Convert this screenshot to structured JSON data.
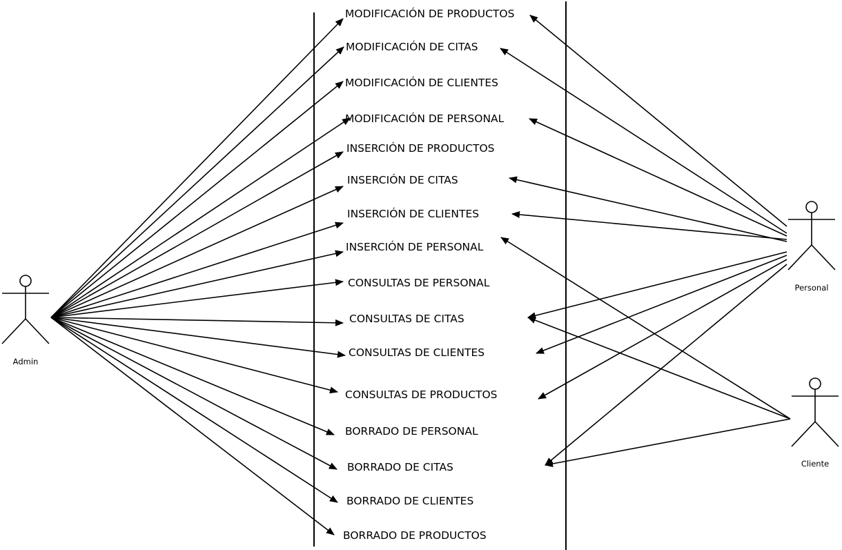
{
  "use_cases": [
    {
      "id": "mod_productos",
      "label": "MODIFICACIÓN DE PRODUCTOS"
    },
    {
      "id": "mod_citas",
      "label": "MODIFICACIÓN DE CITAS"
    },
    {
      "id": "mod_clientes",
      "label": "MODIFICACIÓN DE CLIENTES"
    },
    {
      "id": "mod_personal",
      "label": "MODIFICACIÓN DE PERSONAL"
    },
    {
      "id": "ins_productos",
      "label": "INSERCIÓN DE PRODUCTOS"
    },
    {
      "id": "ins_citas",
      "label": "INSERCIÓN DE CITAS"
    },
    {
      "id": "ins_clientes",
      "label": "INSERCIÓN DE CLIENTES"
    },
    {
      "id": "ins_personal",
      "label": "INSERCIÓN DE PERSONAL"
    },
    {
      "id": "con_personal",
      "label": "CONSULTAS DE PERSONAL"
    },
    {
      "id": "con_citas",
      "label": "CONSULTAS DE CITAS"
    },
    {
      "id": "con_clientes",
      "label": "CONSULTAS DE CLIENTES"
    },
    {
      "id": "con_productos",
      "label": "CONSULTAS DE PRODUCTOS"
    },
    {
      "id": "bor_personal",
      "label": "BORRADO DE PERSONAL"
    },
    {
      "id": "bor_citas",
      "label": "BORRADO DE CITAS"
    },
    {
      "id": "bor_clientes",
      "label": "BORRADO DE CLIENTES"
    },
    {
      "id": "bor_productos",
      "label": "BORRADO DE PRODUCTOS"
    }
  ],
  "actors": [
    {
      "id": "admin",
      "label": "Admin"
    },
    {
      "id": "personal",
      "label": "Personal"
    },
    {
      "id": "cliente",
      "label": "Cliente"
    }
  ],
  "associations": [
    {
      "from": "admin",
      "to": "mod_productos"
    },
    {
      "from": "admin",
      "to": "mod_citas"
    },
    {
      "from": "admin",
      "to": "mod_clientes"
    },
    {
      "from": "admin",
      "to": "mod_personal"
    },
    {
      "from": "admin",
      "to": "ins_productos"
    },
    {
      "from": "admin",
      "to": "ins_citas"
    },
    {
      "from": "admin",
      "to": "ins_clientes"
    },
    {
      "from": "admin",
      "to": "ins_personal"
    },
    {
      "from": "admin",
      "to": "con_personal"
    },
    {
      "from": "admin",
      "to": "con_citas"
    },
    {
      "from": "admin",
      "to": "con_clientes"
    },
    {
      "from": "admin",
      "to": "con_productos"
    },
    {
      "from": "admin",
      "to": "bor_personal"
    },
    {
      "from": "admin",
      "to": "bor_citas"
    },
    {
      "from": "admin",
      "to": "bor_clientes"
    },
    {
      "from": "admin",
      "to": "bor_productos"
    },
    {
      "from": "personal",
      "to": "mod_productos"
    },
    {
      "from": "personal",
      "to": "mod_citas"
    },
    {
      "from": "personal",
      "to": "mod_personal"
    },
    {
      "from": "personal",
      "to": "ins_citas"
    },
    {
      "from": "personal",
      "to": "ins_clientes"
    },
    {
      "from": "personal",
      "to": "con_citas"
    },
    {
      "from": "personal",
      "to": "con_clientes"
    },
    {
      "from": "personal",
      "to": "con_productos"
    },
    {
      "from": "personal",
      "to": "bor_citas"
    },
    {
      "from": "cliente",
      "to": "ins_personal"
    },
    {
      "from": "cliente",
      "to": "con_citas"
    },
    {
      "from": "cliente",
      "to": "bor_citas"
    }
  ]
}
